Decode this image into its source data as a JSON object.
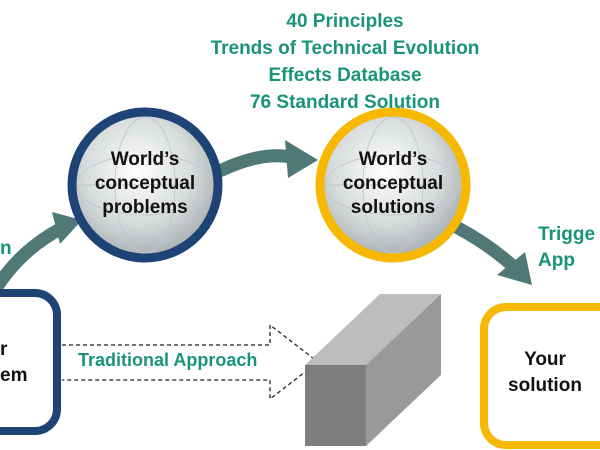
{
  "tools": [
    "40 Principles",
    "Trends of Technical Evolution",
    "Effects Database",
    "76 Standard Solution"
  ],
  "left_circle": {
    "line1": "World’s",
    "line2": "conceptual",
    "line3": "problems"
  },
  "right_circle": {
    "line1": "World’s",
    "line2": "conceptual",
    "line3": "solutions"
  },
  "left_box": {
    "line1": "r",
    "line2": "em"
  },
  "right_box": {
    "line1": "Your",
    "line2": "solution"
  },
  "left_side_text": "n",
  "right_side_text": {
    "line1": "Trigge",
    "line2": "App"
  },
  "traditional_label": "Traditional Approach",
  "colors": {
    "teal": "#1a9478",
    "navy": "#1d4474",
    "gold": "#f6b800",
    "arrow": "#4f7876",
    "block": "#8a8a8a"
  }
}
